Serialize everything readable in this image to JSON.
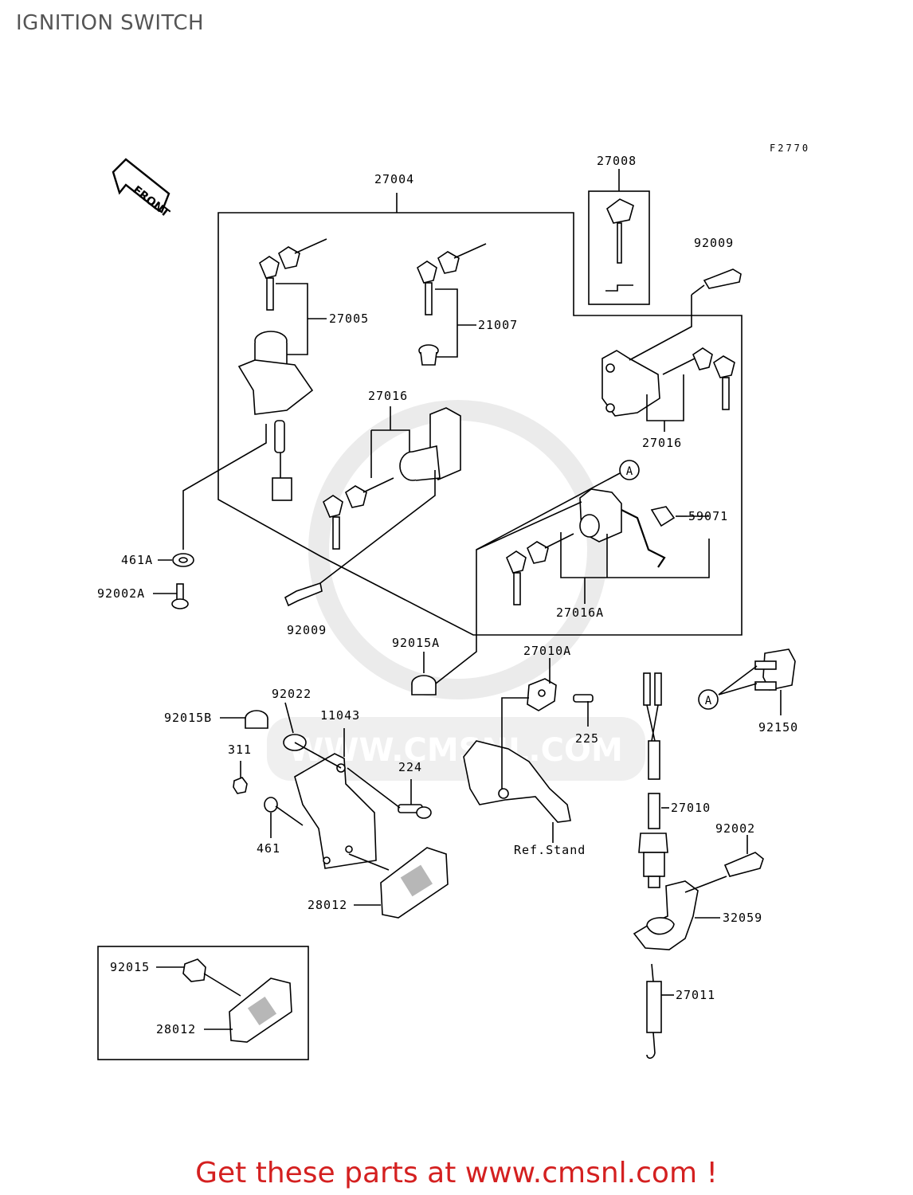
{
  "page": {
    "title": "IGNITION SWITCH"
  },
  "diagram": {
    "figure_code": "F2770",
    "front_label": "FRONT",
    "watermark": "WWW.CMSNL.COM",
    "parts": [
      {
        "id": "27004",
        "label": "27004"
      },
      {
        "id": "27008",
        "label": "27008"
      },
      {
        "id": "92009-top",
        "label": "92009"
      },
      {
        "id": "27005",
        "label": "27005"
      },
      {
        "id": "21007",
        "label": "21007"
      },
      {
        "id": "27016-mid",
        "label": "27016"
      },
      {
        "id": "27016-right",
        "label": "27016"
      },
      {
        "id": "59071",
        "label": "59071"
      },
      {
        "id": "461A",
        "label": "461A"
      },
      {
        "id": "92002A",
        "label": "92002A"
      },
      {
        "id": "92009-bottom",
        "label": "92009"
      },
      {
        "id": "27016A",
        "label": "27016A"
      },
      {
        "id": "92015A",
        "label": "92015A"
      },
      {
        "id": "27010A",
        "label": "27010A"
      },
      {
        "id": "92022",
        "label": "92022"
      },
      {
        "id": "92015B",
        "label": "92015B"
      },
      {
        "id": "11043",
        "label": "11043"
      },
      {
        "id": "311",
        "label": "311"
      },
      {
        "id": "225",
        "label": "225"
      },
      {
        "id": "92150",
        "label": "92150"
      },
      {
        "id": "224",
        "label": "224"
      },
      {
        "id": "461",
        "label": "461"
      },
      {
        "id": "27010",
        "label": "27010"
      },
      {
        "id": "ref-stand",
        "label": "Ref.Stand"
      },
      {
        "id": "92002",
        "label": "92002"
      },
      {
        "id": "28012-main",
        "label": "28012"
      },
      {
        "id": "32059",
        "label": "32059"
      },
      {
        "id": "92015",
        "label": "92015"
      },
      {
        "id": "27011",
        "label": "27011"
      },
      {
        "id": "28012-inset",
        "label": "28012"
      }
    ],
    "ref_markers": [
      "A",
      "A"
    ]
  },
  "footer": {
    "banner": "Get these parts at www.cmsnl.com !"
  }
}
